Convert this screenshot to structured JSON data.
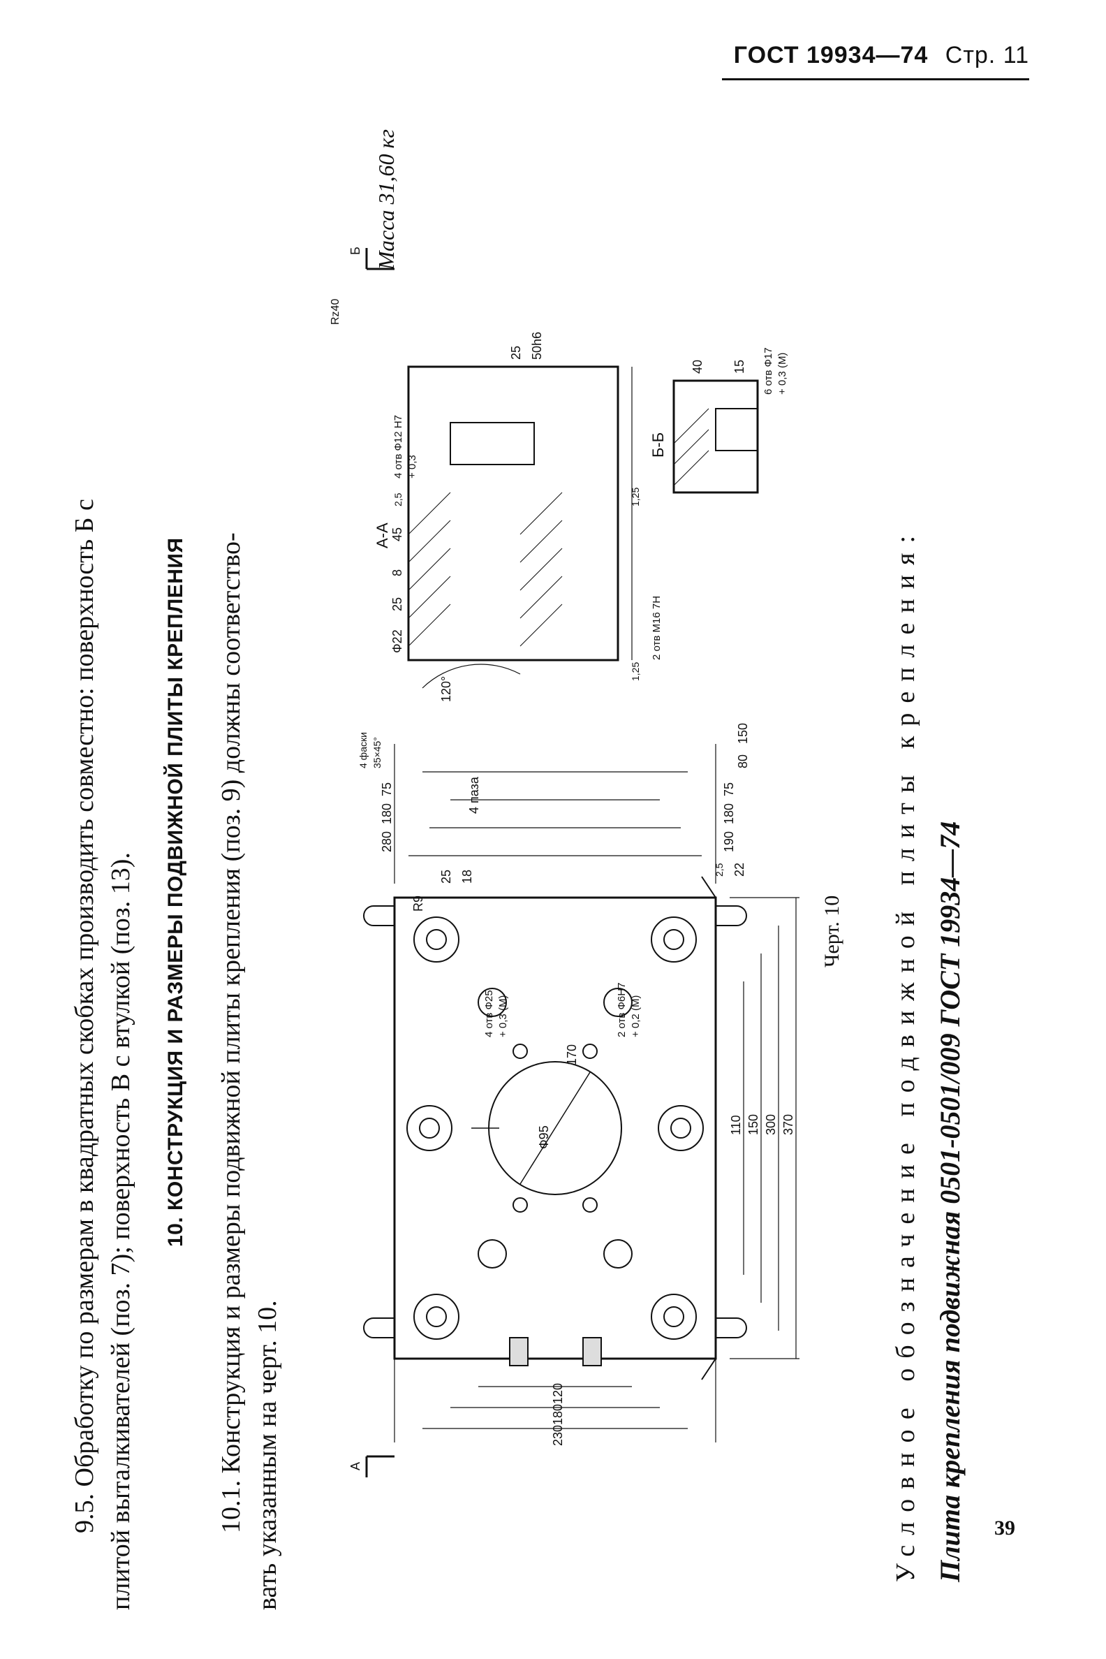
{
  "header": {
    "standard": "ГОСТ 19934—74",
    "page_label": "Стр. 11"
  },
  "page_number": "39",
  "content": {
    "para_9_5_line1": "9.5. Обработку по размерам в квадратных скобках производить совместно: поверхность Б с",
    "para_9_5_line2": "плитой выталкивателей (поз. 7); поверхность В с втулкой (поз. 13).",
    "section_title": "10. КОНСТРУКЦИЯ И РАЗМЕРЫ ПОДВИЖНОЙ ПЛИТЫ КРЕПЛЕНИЯ",
    "para_10_1_line1": "10.1. Конструкция и размеры подвижной плиты крепления (поз. 9) должны соответство-",
    "para_10_1_line2": "вать указанным на черт. 10.",
    "mass": "Масса 31,60 кг",
    "figure_caption": "Черт. 10",
    "designation_label": "Условное обозначение подвижной плиты крепления:",
    "designation": "Плита крепления подвижная 0501-0501/009 ГОСТ 19934—74"
  },
  "drawing": {
    "section_marks": {
      "a": "А",
      "b": "Б",
      "view_aa": "А-А",
      "view_bb": "Б-Б"
    },
    "roughness": {
      "main": "Rz40",
      "r125_a": "1,25",
      "r125_b": "1,25",
      "r25": "2,5"
    },
    "dims_left": [
      "230",
      "180",
      "120"
    ],
    "dims_bottom": [
      "110",
      "150",
      "300",
      "370"
    ],
    "dims_right_top": [
      "280",
      "180",
      "75",
      "35×45°",
      "4 фаски"
    ],
    "dims_right_bottom": [
      "190",
      "180",
      "75",
      "80",
      "150",
      "22"
    ],
    "dims_center": [
      "Ф95",
      "170"
    ],
    "dims_misc": [
      "25",
      "18",
      "R9",
      "4 паза"
    ],
    "callouts": {
      "holes_6h7": "2 отв Ф6Н7",
      "tol_02": "+ 0,2 (M)",
      "holes_m8": "4 отв Ф25",
      "tol_03": "+ 0,3 (M)",
      "holes_m16": "2 отв М16 7Н",
      "holes_12h7": "4 отв Ф12 Н7",
      "tol_03b": "+ 0,3",
      "holes_17": "6 отв Ф17",
      "tol_03c": "+ 0,3 (M)"
    },
    "section_dims": {
      "angle": "120°",
      "d22": "Ф22",
      "d25": "25",
      "d8": "8",
      "d45": "45",
      "d25b": "25",
      "d50": "50h6",
      "d40": "40",
      "d15": "15",
      "r25b": "2,5"
    }
  }
}
